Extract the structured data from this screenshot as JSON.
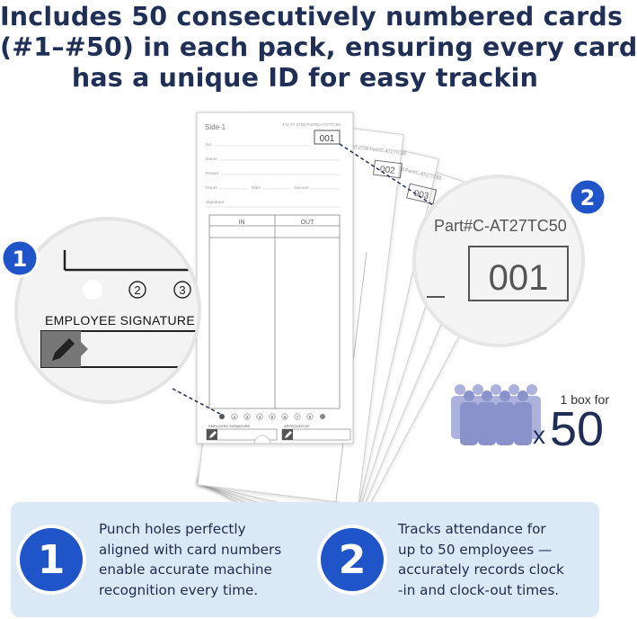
{
  "headline": {
    "line1": "Includes 50 consecutively numbered cards",
    "line2": "(#1–#50) in each pack, ensuring every card",
    "line3": "has a unique ID for easy trackin"
  },
  "card": {
    "side_label": "Side-1",
    "model_line": "For AT-2700 Part#C-AT27TC50",
    "numbers": [
      "001",
      "002",
      "003"
    ],
    "fields": [
      "No.",
      "Name",
      "Period",
      "Hours",
      "Rate",
      "Amount",
      "Signature"
    ],
    "col_in": "IN",
    "col_out": "OUT",
    "punch_numbers": [
      "2",
      "3",
      "4",
      "5",
      "6",
      "7",
      "8"
    ],
    "employee_signature_small": "EMPLOYEE SIGNATURE",
    "approved_by": "APPROVED BY"
  },
  "zoom_left": {
    "circled_numbers": [
      "2",
      "3"
    ],
    "label": "EMPLOYEE SIGNATURE"
  },
  "zoom_right": {
    "part_text": "Part#C-AT27TC50",
    "number": "001"
  },
  "callout_badges": [
    "1",
    "2"
  ],
  "box_info": {
    "label": "1 box for",
    "multiplier": "x",
    "count": "50"
  },
  "features": [
    {
      "number": "1",
      "lines": [
        "Punch holes perfectly",
        "aligned with card numbers",
        "enable accurate machine",
        "recognition every time."
      ]
    },
    {
      "number": "2",
      "lines": [
        "Tracks attendance for",
        "up to 50 employees —",
        "accurately records clock",
        "-in and clock-out times."
      ]
    }
  ],
  "colors": {
    "badge_blue": "#1f55c9",
    "headline_navy": "#1f2f55",
    "footer_bg": "#dbe8f6",
    "people_icon": "#8a92cc"
  }
}
